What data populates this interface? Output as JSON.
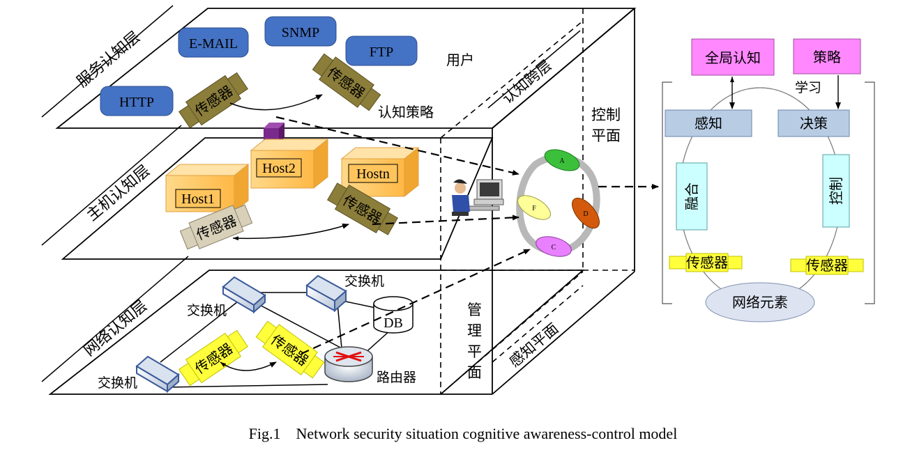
{
  "layers": {
    "service": "服务认知层",
    "host": "主机认知层",
    "network": "网络认知层",
    "cross": "认知跨层"
  },
  "service": {
    "email": "E-MAIL",
    "snmp": "SNMP",
    "ftp": "FTP",
    "http": "HTTP",
    "user": "用户",
    "policy": "认知策略"
  },
  "host": {
    "host1": "Host1",
    "host2": "Host2",
    "hostn": "Hostn"
  },
  "network": {
    "switch_top": "交换机",
    "switch_left": "交换机",
    "switch_bottom": "交换机",
    "db": "DB",
    "router": "路由器"
  },
  "sensor_label": "传感器",
  "planes": {
    "control": [
      "控制",
      "平面"
    ],
    "management": [
      "管",
      "理",
      "平",
      "面"
    ],
    "perception": "感知平面"
  },
  "cycle": {
    "a": "A",
    "d": "D",
    "c": "C",
    "f": "F"
  },
  "right_model": {
    "global": "全局认知",
    "strategy": "策略",
    "learn": "学习",
    "perceive": "感知",
    "decide": "决策",
    "fuse": "融合",
    "control": "控制",
    "sensor_left": "传感器",
    "sensor_right": "传感器",
    "network_element": "网络元素"
  },
  "caption": "Fig.1    Network security situation cognitive awareness-control model",
  "colors": {
    "service_box": "#4472c4",
    "host_box": "#ffc55c",
    "sensor_dark": "#8b7d3a",
    "sensor_light": "#d8d0b8",
    "sensor_yellow": "#ffff3b",
    "magenta": "#ff88ff",
    "steel": "#b8cce4",
    "cyan": "#ccffff",
    "ellipse": "#dde3f0"
  }
}
